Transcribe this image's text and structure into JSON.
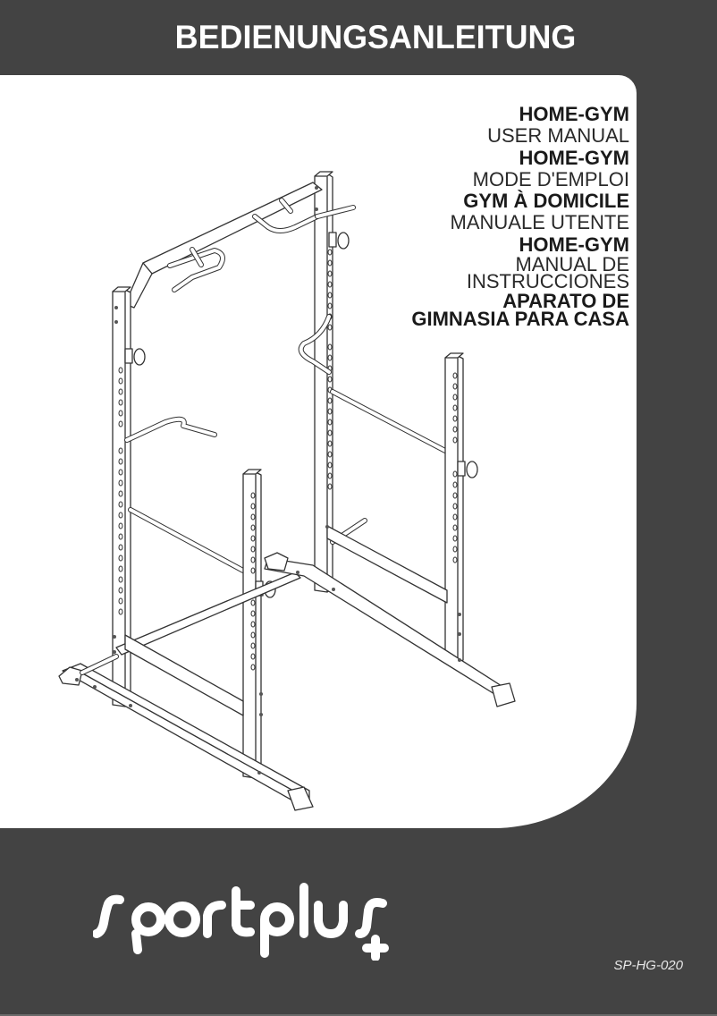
{
  "header": {
    "title": "BEDIENUNGSANLEITUNG"
  },
  "cover": {
    "titles": [
      {
        "text": "HOME-GYM",
        "style": "bold"
      },
      {
        "text": "USER MANUAL",
        "style": "light"
      },
      {
        "text": "HOME-GYM",
        "style": "bold"
      },
      {
        "text": "MODE D'EMPLOI",
        "style": "light"
      },
      {
        "text": "GYM À DOMICILE",
        "style": "bold"
      },
      {
        "text": "MANUALE UTENTE",
        "style": "light"
      },
      {
        "text": "HOME-GYM",
        "style": "bold"
      },
      {
        "text": "MANUAL DE",
        "style": "light"
      },
      {
        "text": "INSTRUCCIONES",
        "style": "light"
      },
      {
        "text": "APARATO DE",
        "style": "bold"
      },
      {
        "text": "GIMNASIA PARA CASA",
        "style": "bold"
      }
    ],
    "illustration": "home-gym-power-rack-line-drawing"
  },
  "footer": {
    "brand": "sportplus",
    "model": "SP-HG-020"
  },
  "colors": {
    "background": "#434343",
    "panel": "#ffffff",
    "text_dark": "#1a1a1a",
    "text_light": "#ffffff"
  }
}
